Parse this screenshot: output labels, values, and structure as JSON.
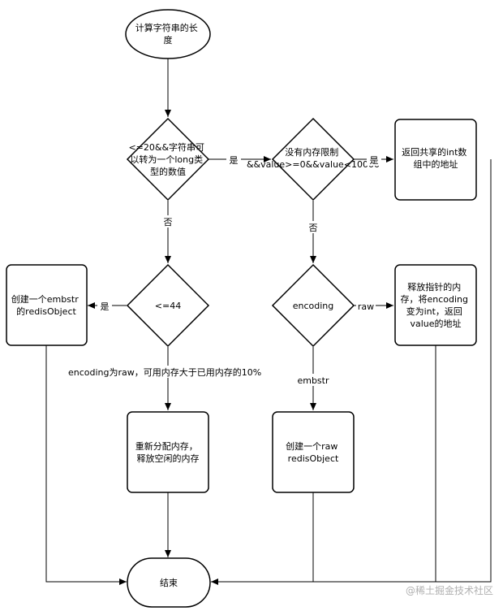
{
  "nodes": {
    "start": {
      "lines": [
        "计算字符串的长",
        "度"
      ]
    },
    "cond_long": {
      "lines": [
        "<=20&&字符串可",
        "以转为一个long类",
        "型的数值"
      ]
    },
    "cond_mem": {
      "lines": [
        "没有内存限制",
        "&&value>=0&&value<10000"
      ]
    },
    "shared_int": {
      "lines": [
        "返回共享的int数",
        "组中的地址"
      ]
    },
    "cond_44": {
      "lines": [
        "<=44"
      ]
    },
    "create_embstr": {
      "lines": [
        "创建一个embstr",
        "的redisObject"
      ]
    },
    "cond_encoding": {
      "lines": [
        "encoding"
      ]
    },
    "free_ptr": {
      "lines": [
        "释放指针的内",
        "存，将encoding",
        "变为int，返回",
        "value的地址"
      ]
    },
    "realloc": {
      "lines": [
        "重新分配内存，",
        "释放空闲的内存"
      ]
    },
    "create_raw": {
      "lines": [
        "创建一个raw",
        "redisObject"
      ]
    },
    "end": {
      "lines": [
        "结束"
      ]
    }
  },
  "edges": {
    "long_yes": "是",
    "long_no": "否",
    "mem_yes": "是",
    "mem_no": "否",
    "le44_yes": "是",
    "le44_no": "encoding为raw，可用内存大于已用内存的10%",
    "enc_raw": "raw",
    "enc_embstr": "embstr"
  },
  "watermark": "@稀土掘金技术社区",
  "colors": {
    "stroke": "#000000",
    "fill": "#ffffff",
    "watermark": "#b0b0b0"
  }
}
